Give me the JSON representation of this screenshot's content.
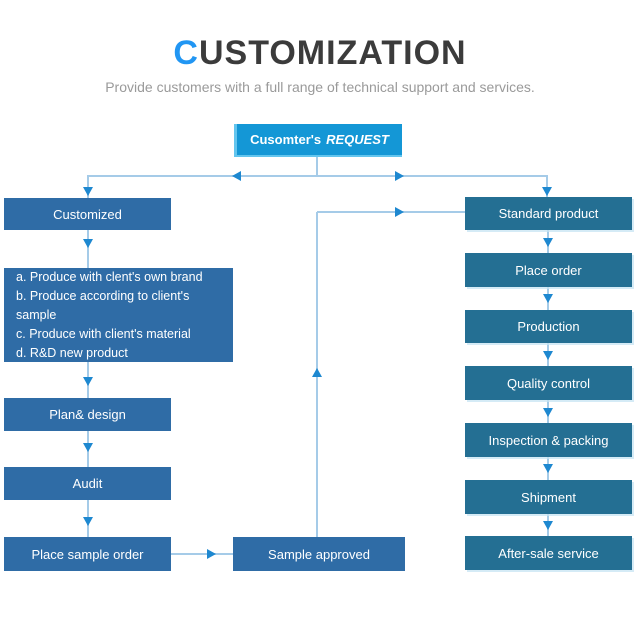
{
  "header": {
    "title_first_letter": "C",
    "title_rest": "USTOMIZATION",
    "subtitle": "Provide customers with a full range of technical support and services."
  },
  "flowchart": {
    "root": {
      "label_main": "Cusomter's",
      "label_italic": "REQUEST"
    },
    "left_branch": {
      "customized": "Customized",
      "options": [
        "a. Produce with clent's own brand",
        "b. Produce according to client's sample",
        "c. Produce with client's material",
        "d. R&D new product"
      ],
      "plan_design": "Plan& design",
      "audit": "Audit",
      "place_sample_order": "Place sample order",
      "sample_approved": "Sample approved"
    },
    "right_branch": {
      "steps": [
        "Standard product",
        "Place order",
        "Production",
        "Quality control",
        "Inspection & packing",
        "Shipment",
        "After-sale service"
      ]
    }
  },
  "colors": {
    "root_box": "#1497d6",
    "root_box_edge": "#63c5ee",
    "left_boxes": "#2f6ca6",
    "right_boxes": "#246f93",
    "connector_line": "#a5cbe8",
    "arrowhead": "#1e88d0",
    "title_accent": "#2196f3",
    "title_text": "#3b3b3b",
    "subtitle_text": "#9a9a9a"
  }
}
